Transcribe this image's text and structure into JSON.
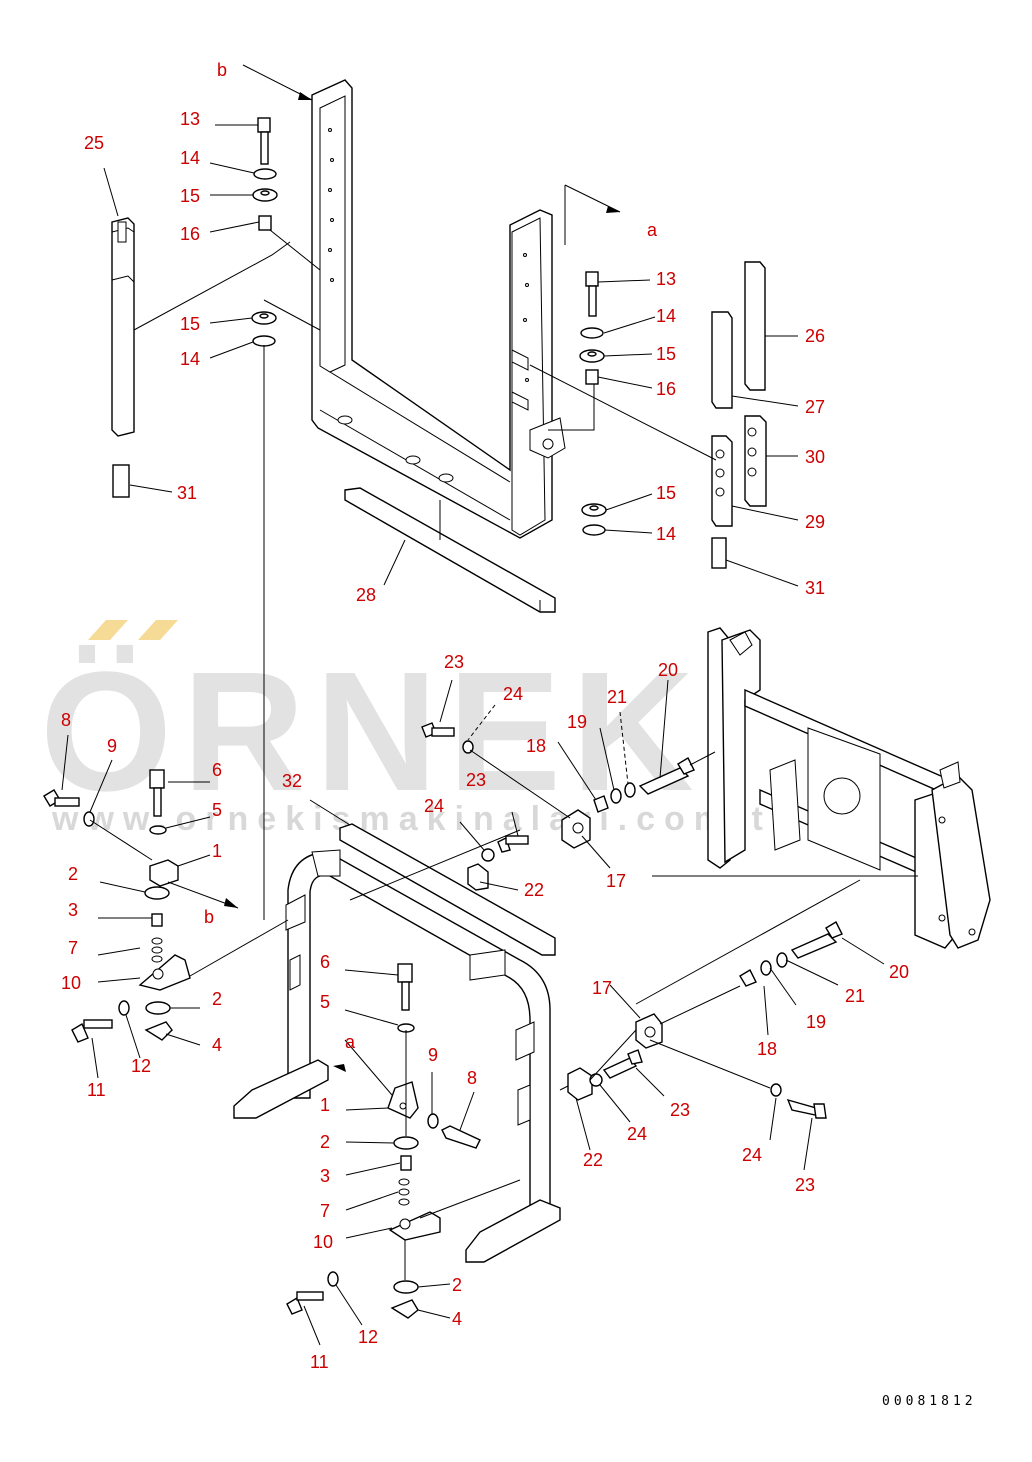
{
  "watermark": {
    "brand": "ÖRNEK",
    "url": "www.ornekismakinalari.com.tr",
    "accent_color": "#f2d27a",
    "text_color": "#d9d9d9"
  },
  "drawing_number": "00081812",
  "callout_color": "#cc0000",
  "callouts": {
    "b_top": "b",
    "a_top": "a",
    "p13_l": "13",
    "p14_l": "14",
    "p15_l": "15",
    "p16_l": "16",
    "p15_l2": "15",
    "p14_l2": "14",
    "p25": "25",
    "p31_l": "31",
    "p13_r": "13",
    "p14_r": "14",
    "p15_r": "15",
    "p16_r": "16",
    "p15_r2": "15",
    "p14_r2": "14",
    "p26": "26",
    "p27": "27",
    "p30": "30",
    "p29": "29",
    "p31_r": "31",
    "p28": "28",
    "p23_t": "23",
    "p24_t": "24",
    "p20_t": "20",
    "p21_t": "21",
    "p19_t": "19",
    "p18_t": "18",
    "p23_t2": "23",
    "p24_t2": "24",
    "p17_t": "17",
    "p22_t": "22",
    "p32": "32",
    "p8_l": "8",
    "p9_l": "9",
    "p6_l": "6",
    "p5_l": "5",
    "p1_l": "1",
    "p2_l": "2",
    "p3_l": "3",
    "p7_l": "7",
    "p10_l": "10",
    "b_mid": "b",
    "p2_l2": "2",
    "p4_l": "4",
    "p11_l": "11",
    "p12_l": "12",
    "p6_c": "6",
    "p5_c": "5",
    "a_mid": "a",
    "p9_c": "9",
    "p8_c": "8",
    "p1_c": "1",
    "p2_c": "2",
    "p3_c": "3",
    "p7_c": "7",
    "p10_c": "10",
    "p2_c2": "2",
    "p4_c": "4",
    "p11_c": "11",
    "p12_c": "12",
    "p17_b": "17",
    "p22_b": "22",
    "p24_b": "24",
    "p23_b": "23",
    "p18_b": "18",
    "p19_b": "19",
    "p21_b": "21",
    "p20_b": "20",
    "p24_b2": "24",
    "p23_b2": "23"
  }
}
